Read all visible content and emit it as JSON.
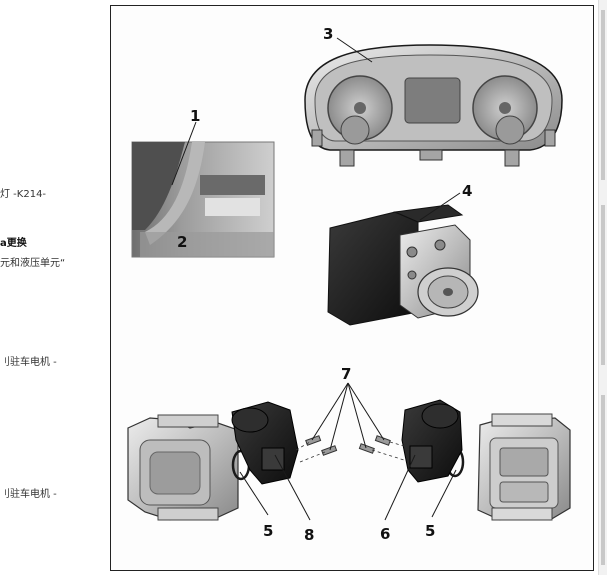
{
  "side_notes": [
    {
      "id": "note-1",
      "text": "灯 -K214-"
    },
    {
      "id": "note-2",
      "text": "a更换"
    },
    {
      "id": "note-3",
      "text": "元和液压单元“"
    },
    {
      "id": "note-4",
      "text": "刂驻车电机 -"
    },
    {
      "id": "note-5",
      "text": "刂驻车电机 -"
    }
  ],
  "callouts": {
    "c1": "1",
    "c2": "2",
    "c3": "3",
    "c4": "4",
    "c5a": "5",
    "c5b": "5",
    "c6": "6",
    "c7": "7",
    "c8": "8"
  },
  "colors": {
    "line": "#1a1a1a",
    "metal_light": "#d9d9d9",
    "metal_mid": "#a8a8a8",
    "metal_dark": "#555555",
    "black_part": "#1c1c1c"
  }
}
